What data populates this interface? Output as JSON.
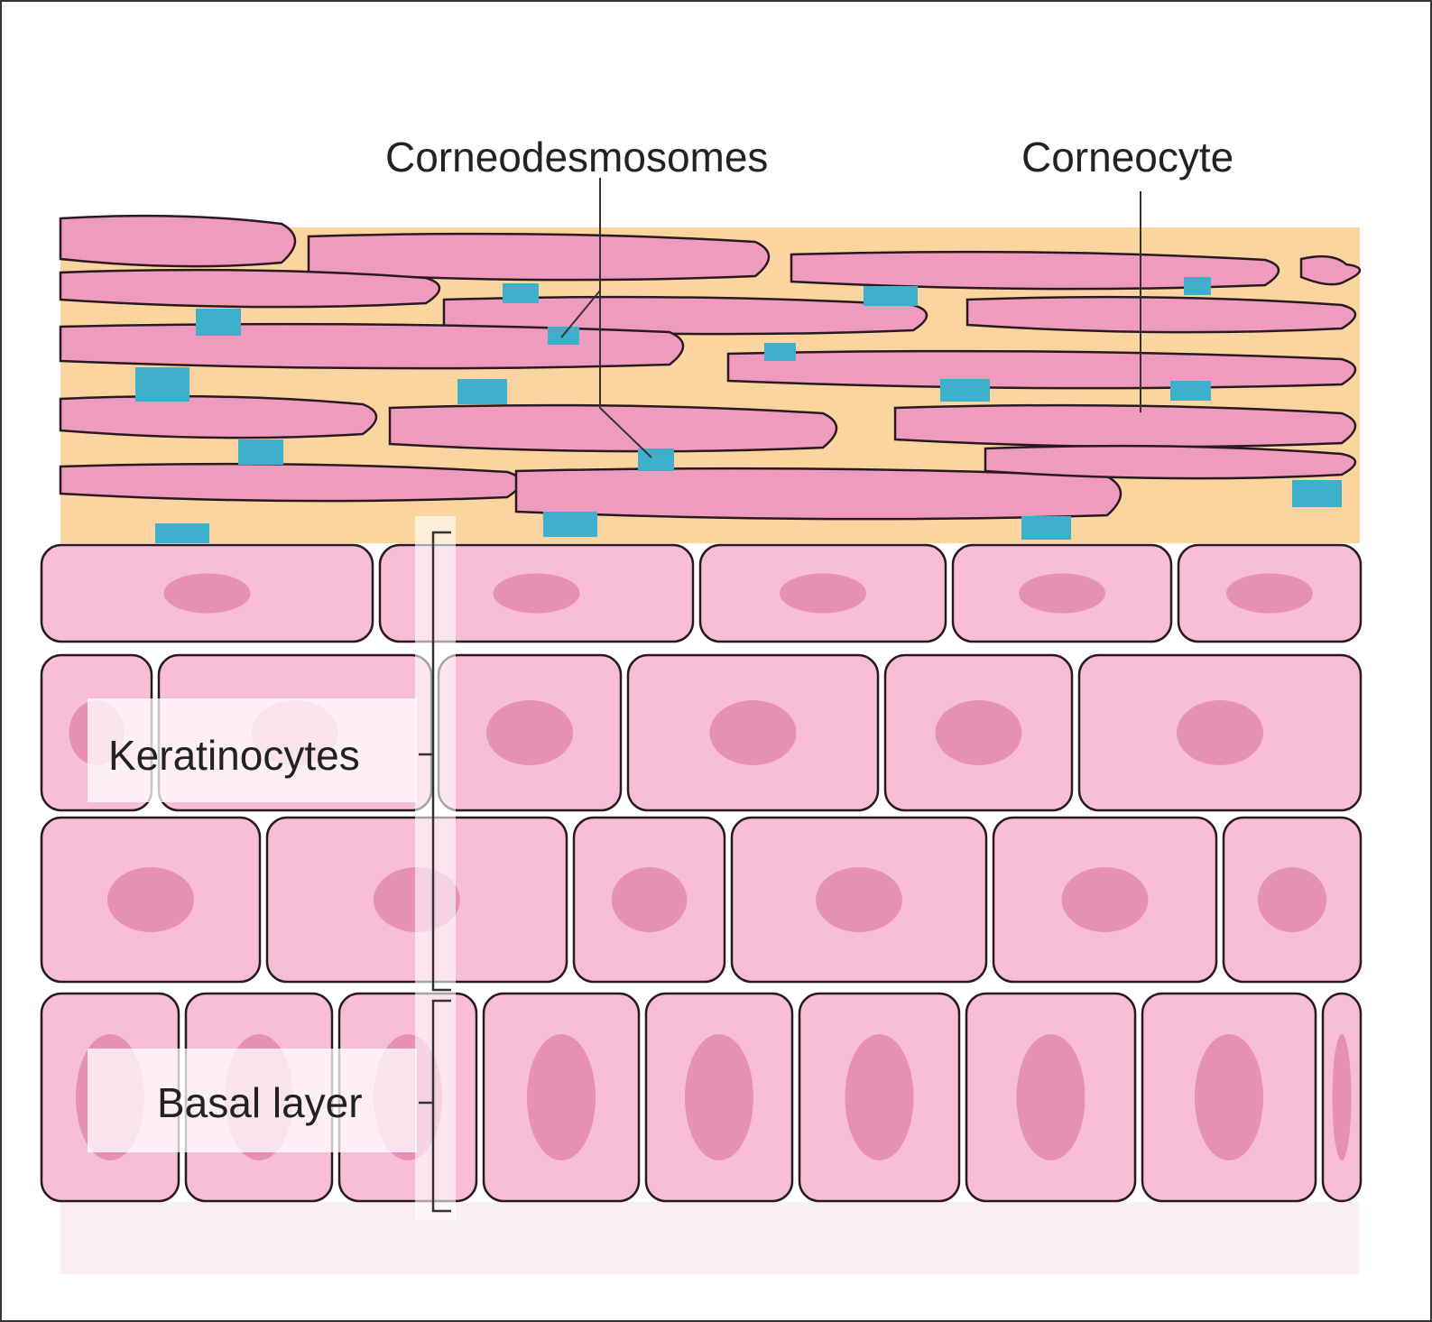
{
  "labels": {
    "corneodesmosomes": "Corneodesmosomes",
    "corneocyte": "Corneocyte",
    "keratinocytes": "Keratinocytes",
    "basal_layer": "Basal layer"
  },
  "colors": {
    "corneocyte": "#ee9bbd",
    "lipid_matrix": "#fad5a0",
    "corneodesmosome": "#3fb0cc",
    "keratinocyte": "#f7bed6",
    "nucleus": "#e690b3",
    "outline": "#2a1a1f"
  }
}
